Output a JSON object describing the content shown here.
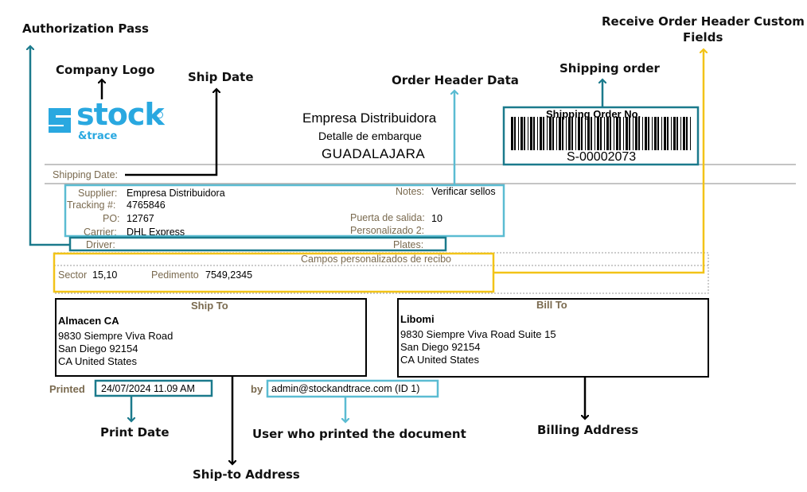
{
  "callouts": {
    "authorization_pass": "Authorization Pass",
    "company_logo": "Company Logo",
    "ship_date": "Ship Date",
    "order_header_data": "Order Header Data",
    "shipping_order": "Shipping order",
    "receive_custom_fields_line1": "Receive Order Header Custom",
    "receive_custom_fields_line2": "Fields",
    "print_date": "Print Date",
    "user_who_printed": "User who printed the document",
    "billing_address": "Billing Address",
    "ship_to_address": "Ship-to Address"
  },
  "logo": {
    "word": "stock",
    "sub": "&trace"
  },
  "header": {
    "company": "Empresa Distribuidora",
    "subtitle": "Detalle de embarque",
    "city": "GUADALAJARA"
  },
  "shipping_order": {
    "label": "Shipping Order No.",
    "number": "S-00002073"
  },
  "shipping_date_label": "Shipping Date:",
  "order_fields": {
    "supplier_label": "Supplier:",
    "supplier_value": "Empresa Distribuidora",
    "tracking_label": "Tracking #:",
    "tracking_value": "4765846",
    "po_label": "PO:",
    "po_value": "12767",
    "carrier_label": "Carrier:",
    "carrier_value": "DHL Express",
    "notes_label": "Notes:",
    "notes_value": "Verificar sellos",
    "exit_door_label": "Puerta de salida:",
    "exit_door_value": "10",
    "custom2_label": "Personalizado 2:",
    "driver_label": "Driver:",
    "plates_label": "Plates:"
  },
  "custom_fields": {
    "title": "Campos personalizados de recibo",
    "sector_label": "Sector",
    "sector_value": "15,10",
    "pedimento_label": "Pedimento",
    "pedimento_value": "7549,2345"
  },
  "ship_to": {
    "title": "Ship To",
    "name": "Almacen CA",
    "line1": "9830 Siempre Viva Road",
    "line2": "San Diego 92154",
    "line3": "CA United States"
  },
  "bill_to": {
    "title": "Bill To",
    "name": "Libomi",
    "line1": "9830 Siempre Viva Road Suite 15",
    "line2": "San Diego 92154",
    "line3": "CA United States"
  },
  "printed": {
    "label": "Printed",
    "date": "24/07/2024 11.09 AM",
    "by_label": "by",
    "user": "admin@stockandtrace.com (ID 1)"
  },
  "colors": {
    "teal_dark": "#1b7a8c",
    "teal_light": "#5bbcd2",
    "yellow": "#f2c318",
    "logo_blue": "#29a8e0",
    "label_brown": "#7a6a4f"
  }
}
